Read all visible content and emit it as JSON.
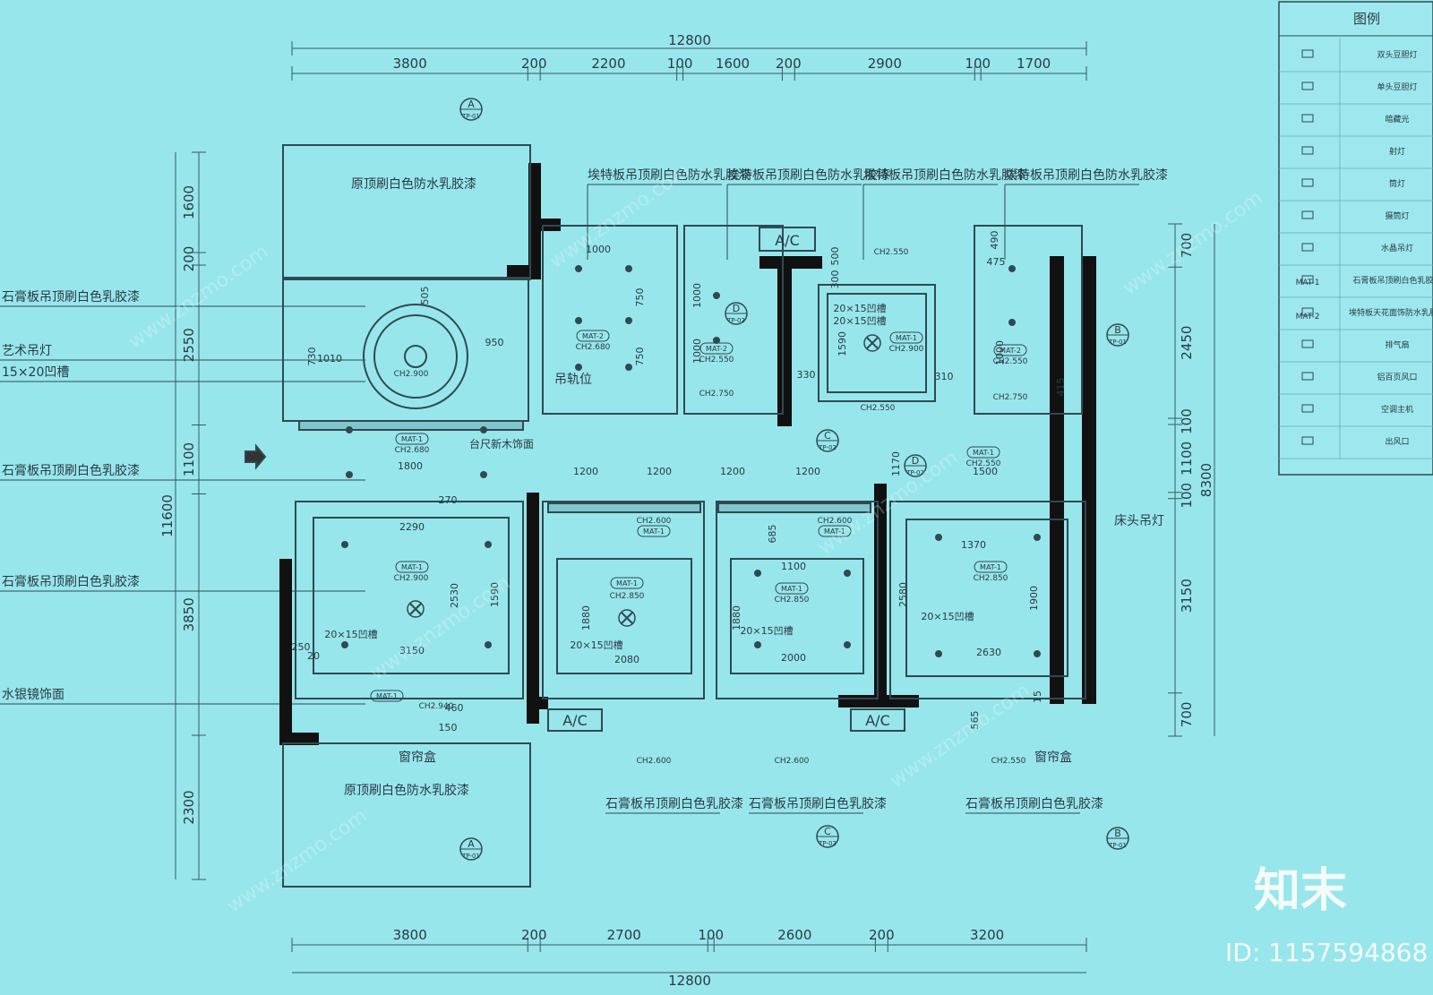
{
  "dims": {
    "top_total": "12800",
    "top": [
      "3800",
      "200",
      "2200",
      "100",
      "1600",
      "200",
      "2900",
      "100",
      "1700"
    ],
    "bottom": [
      "3800",
      "200",
      "2700",
      "100",
      "2600",
      "200",
      "3200"
    ],
    "bottom_total": "12800",
    "left": [
      "1600",
      "200",
      "2550",
      "1100",
      "3850",
      "2300"
    ],
    "left_total": "11600",
    "right": [
      "700",
      "2450",
      "100",
      "1100",
      "100",
      "3150",
      "700"
    ],
    "right_total": "8300"
  },
  "callouts_left": [
    "石膏板吊顶刷白色乳胶漆",
    "艺术吊灯",
    "15×20凹槽",
    "石膏板吊顶刷白色乳胶漆",
    "石膏板吊顶刷白色乳胶漆",
    "水银镜饰面"
  ],
  "callouts_top": [
    "埃特板吊顶刷白色防水乳胶漆",
    "埃特板吊顶刷白色防水乳胶漆",
    "埃特板吊顶刷白色防水乳胶漆",
    "埃特板吊顶刷白色防水乳胶漆"
  ],
  "callouts_bottom": [
    "石膏板吊顶刷白色乳胶漆",
    "石膏板吊顶刷白色乳胶漆",
    "石膏板吊顶刷白色乳胶漆"
  ],
  "room_notes": {
    "balcony_top": "原顶刷白色防水乳胶漆",
    "balcony_bottom": "原顶刷白色防水乳胶漆",
    "rail": "吊轨位",
    "wood": "台尺新木饰面",
    "curtain1": "窗帘盒",
    "curtain2": "窗帘盒",
    "bedlamp": "床头吊灯",
    "ac": "A/C"
  },
  "sections": [
    {
      "letter": "A",
      "sheet": "TP-01"
    },
    {
      "letter": "A",
      "sheet": "TP-01"
    },
    {
      "letter": "B",
      "sheet": "TP-01"
    },
    {
      "letter": "B",
      "sheet": "TP-01"
    },
    {
      "letter": "C",
      "sheet": "TP-02"
    },
    {
      "letter": "C",
      "sheet": "TP-02"
    },
    {
      "letter": "D",
      "sheet": "TP-02"
    },
    {
      "letter": "D",
      "sheet": "TP-02"
    }
  ],
  "tags": {
    "ch2900": "CH2.900",
    "ch2680": "CH2.680",
    "ch2550": "CH2.550",
    "ch2750": "CH2.750",
    "ch2850": "CH2.850",
    "ch2600": "CH2.600",
    "ch2940": "CH2.940",
    "mat1": "MAT-1",
    "mat2": "MAT-2",
    "groove": "20×15凹槽"
  },
  "inner_dims": [
    "1000",
    "750",
    "750",
    "950",
    "1010",
    "730",
    "505",
    "1800",
    "1200",
    "1200",
    "1200",
    "1200",
    "1500",
    "1170",
    "2290",
    "2530",
    "1590",
    "3150",
    "1880",
    "2080",
    "1100",
    "1880",
    "2000",
    "1370",
    "2580",
    "1900",
    "2630",
    "1590",
    "500",
    "300",
    "330",
    "310",
    "1000",
    "1000",
    "490",
    "475",
    "415",
    "1000",
    "250",
    "270",
    "20",
    "460",
    "150",
    "565",
    "15",
    "685"
  ],
  "legend": {
    "title": "图例",
    "items": [
      "双头豆胆灯",
      "单头豆胆灯",
      "暗藏光",
      "射灯",
      "筒灯",
      "摄筒灯",
      "水晶吊灯",
      "石膏板吊顶刷白色乳胶漆",
      "埃特板天花面饰防水乳胶漆",
      "排气扇",
      "铝百页风口",
      "空调主机",
      "出风口"
    ],
    "mat1": "MAT-1",
    "mat2": "MAT-2"
  },
  "watermark": {
    "brand": "知末",
    "id": "ID: 1157594868",
    "site": "www.znzmo.com"
  }
}
